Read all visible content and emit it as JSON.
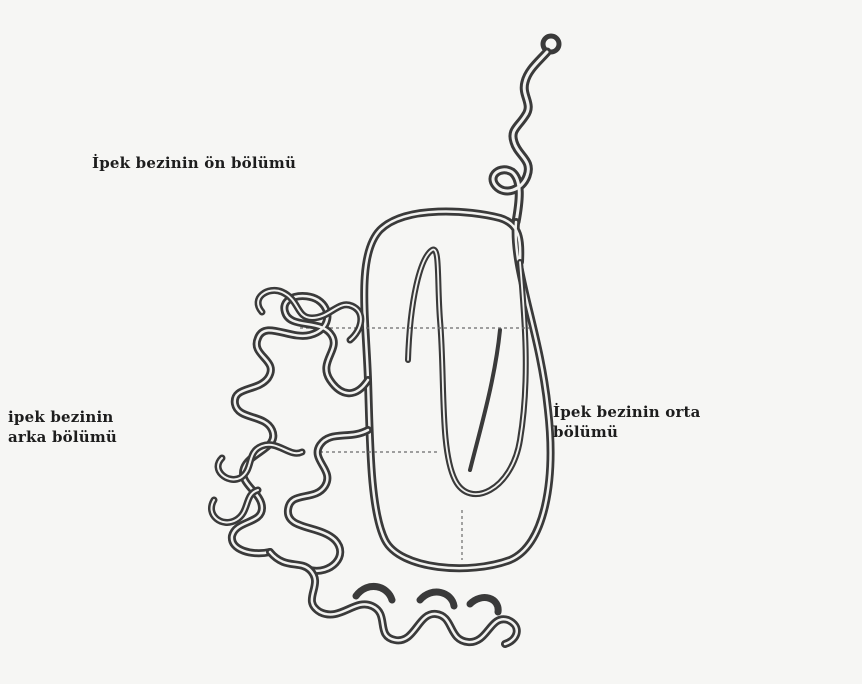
{
  "labels": {
    "front": "İpek bezinin ön bölümü",
    "middle_line1": "İpek bezinin orta",
    "middle_line2": "bölümü",
    "back_line1": "ipek bezinin",
    "back_line2": "arka bölümü"
  },
  "colors": {
    "background": "#f6f6f4",
    "ink": "#3a3a3a"
  }
}
